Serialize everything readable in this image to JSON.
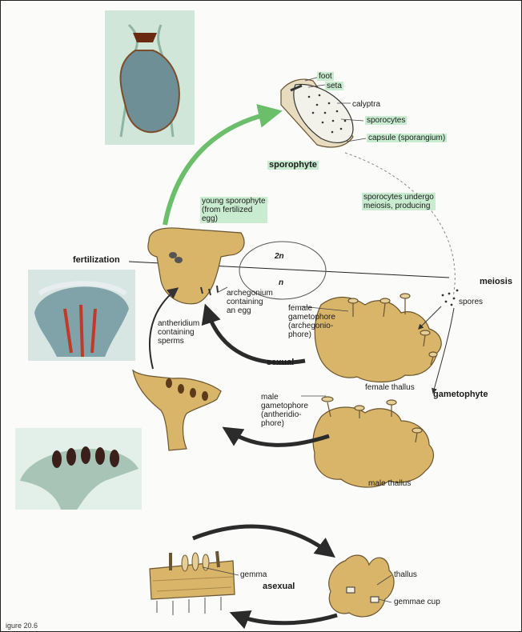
{
  "labels": {
    "foot": "foot",
    "seta": "seta",
    "calyptra": "calyptra",
    "sporocytes": "sporocytes",
    "capsule": "capsule (sporangium)",
    "sporophyte": "sporophyte",
    "sporocytes_undergo": "sporocytes undergo\nmeiosis, producing",
    "young_sporophyte": "young sporophyte\n(from fertilized\negg)",
    "fertilization": "fertilization",
    "two_n": "2n",
    "n": "n",
    "meiosis": "meiosis",
    "spores": "spores",
    "archegonium": "archegonium\ncontaining\nan egg",
    "female_gametophore": "female\ngametophore\n(archegonio-\nphore)",
    "antheridium": "antheridium\ncontaining\nsperms",
    "sexual": "sexual",
    "female_thallus": "female thallus",
    "male_gametophore": "male\ngametophore\n(antheridio-\nphore)",
    "gametophyte": "gametophyte",
    "male_thallus": "male thallus",
    "gemma": "gemma",
    "asexual": "asexual",
    "thallus": "thallus",
    "gemmae_cup": "gemmae cup",
    "figure_caption": "igure 20.6"
  },
  "colors": {
    "plant_tan": "#d9b56a",
    "plant_outline": "#6b5530",
    "highlight": "#c9ecd0",
    "green_arrow": "#6cbf6a",
    "dark_arrow": "#2b2b2b"
  }
}
